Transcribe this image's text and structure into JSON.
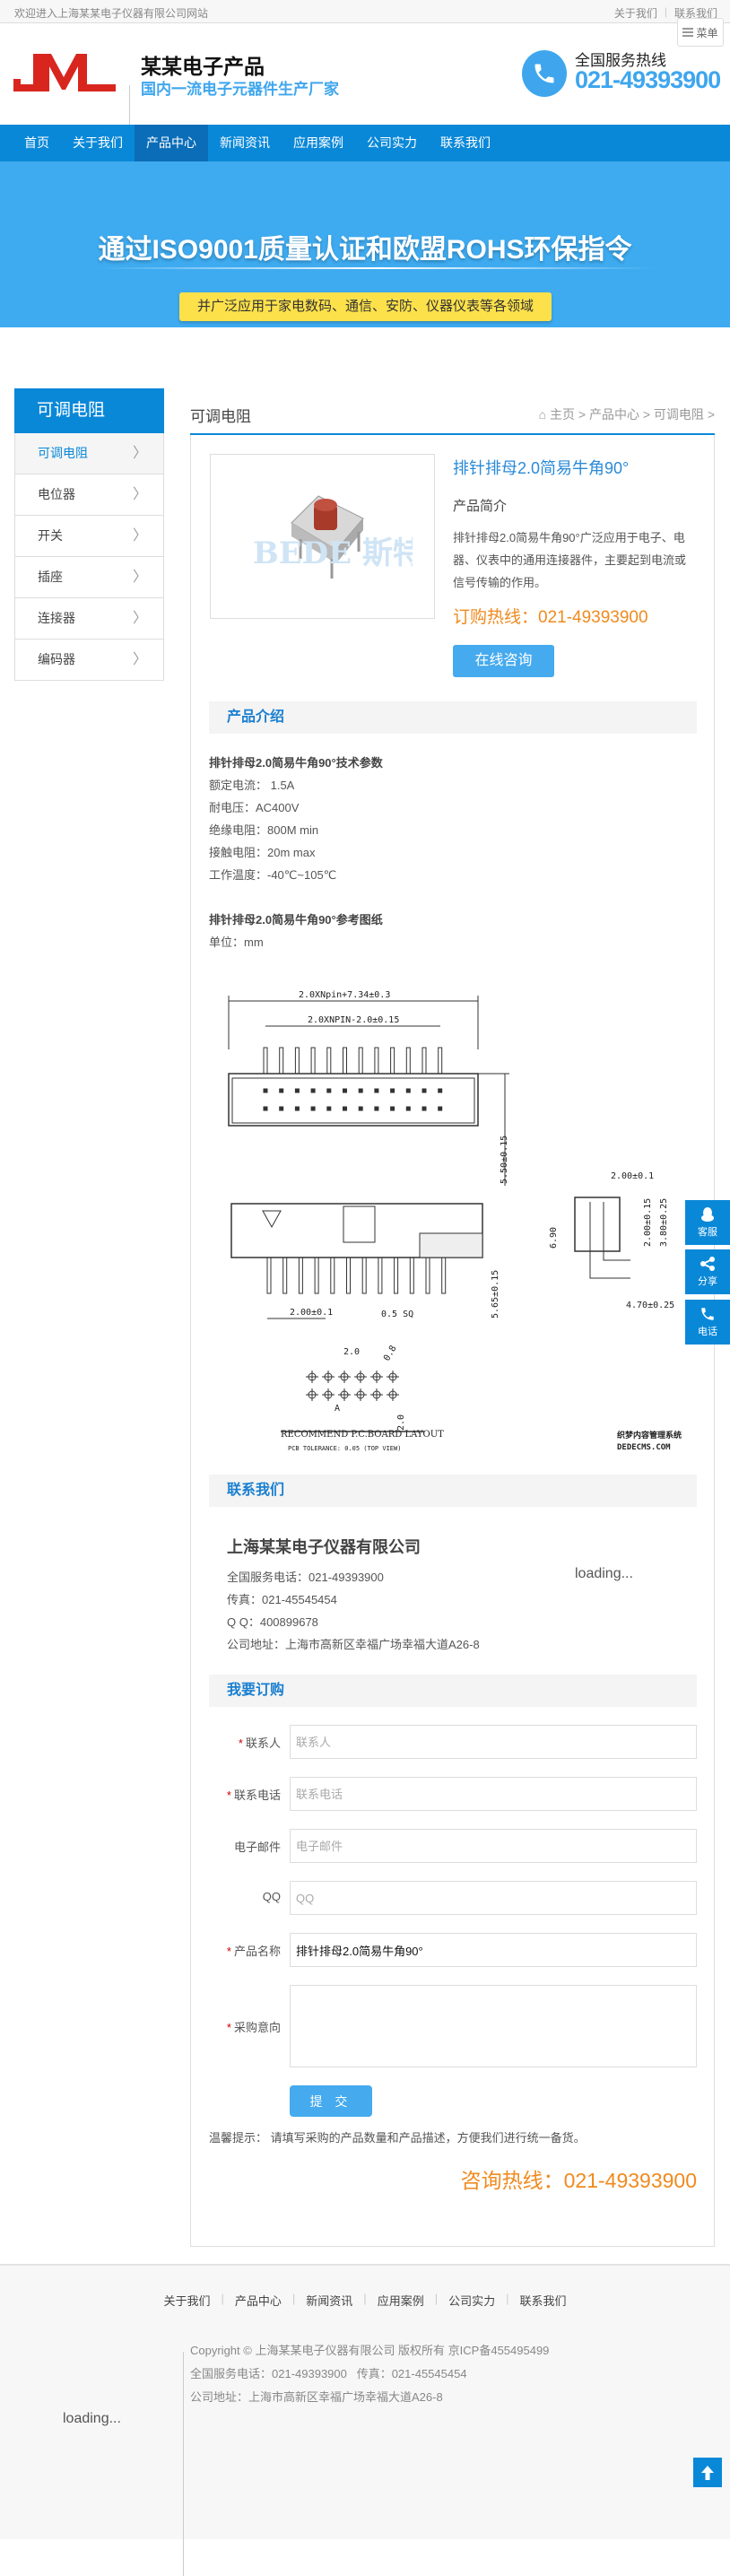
{
  "topbar": {
    "welcome": "欢迎进入上海某某电子仪器有限公司网站",
    "links": [
      "关于我们",
      "联系我们"
    ],
    "menu_label": "菜单"
  },
  "header": {
    "logo_text": "JML",
    "brand": "某某电子产品",
    "slogan": "国内一流电子元器件生产厂家",
    "hotline_label": "全国服务热线",
    "hotline": "021-49393900"
  },
  "nav": {
    "items": [
      "首页",
      "关于我们",
      "产品中心",
      "新闻资讯",
      "应用案例",
      "公司实力",
      "联系我们"
    ],
    "active": 2
  },
  "banner": {
    "title": "通过ISO9001质量认证和欧盟ROHS环保指令",
    "subtitle": "并广泛应用于家电数码、通信、安防、仪器仪表等各领域"
  },
  "sidebar": {
    "title": "可调电阻",
    "items": [
      "可调电阻",
      "电位器",
      "开关",
      "插座",
      "连接器",
      "编码器"
    ]
  },
  "main": {
    "title": "可调电阻",
    "breadcrumb": "主页 > 产品中心 > 可调电阻 >"
  },
  "product": {
    "name": "排针排母2.0简易牛角90°",
    "intro_label": "产品简介",
    "description": "排针排母2.0简易牛角90°广泛应用于电子、电器、仪表中的通用连接器件，主要起到电流或信号传输的作用。",
    "order_hotline": "订购热线：021-49393900",
    "consult_button": "在线咨询",
    "image_watermark": "BEDE 斯特"
  },
  "intro": {
    "heading": "产品介绍",
    "spec_title": "排针排母2.0简易牛角90°技术参数",
    "specs": [
      "额定电流： 1.5A",
      "耐电压：AC400V",
      "绝缘电阻：800M min",
      "接触电阻：20m max",
      "工作温度：-40℃~105℃"
    ],
    "drawing_title": "排针排母2.0简易牛角90°参考图纸",
    "unit": "单位：mm",
    "drawing_labels": {
      "overall": "2.0XNpin+7.34±0.3",
      "pitch_span": "2.0XNPIN-2.0±0.15",
      "h1": "5.50±0.15",
      "h2": "5.65±0.15",
      "pitch": "2.00±0.1",
      "pin": "0.5 SQ",
      "side_pitch": "2.00±0.1",
      "side_h": "6.90",
      "side_a": "2.00±0.15",
      "side_b": "3.80±0.25",
      "side_c": "4.70±0.25",
      "pcb_pitch": "2.0",
      "pcb_hole": "0.8",
      "pcb_a": "A",
      "pcb_row": "2.0",
      "pcb_title": "RECOMMEND P.C.BOARD LAYOUT",
      "pcb_tol": "PCB TOLERANCE:  0.05    (TOP VIEW)",
      "wm1": "织梦内容管理系统",
      "wm2": "DEDECMS.COM"
    }
  },
  "contact": {
    "heading": "联系我们",
    "company": "上海某某电子仪器有限公司",
    "lines": [
      "全国服务电话：021-49393900",
      "传真：021-45545454",
      "Q Q：400899678",
      "公司地址：上海市高新区幸福广场幸福大道A26-8"
    ],
    "loading": "loading..."
  },
  "order": {
    "heading": "我要订购",
    "fields": [
      {
        "label": "联系人",
        "required": true,
        "placeholder": "联系人",
        "value": ""
      },
      {
        "label": "联系电话",
        "required": true,
        "placeholder": "联系电话",
        "value": ""
      },
      {
        "label": "电子邮件",
        "required": false,
        "placeholder": "电子邮件",
        "value": ""
      },
      {
        "label": "QQ",
        "required": false,
        "placeholder": "QQ",
        "value": ""
      },
      {
        "label": "产品名称",
        "required": true,
        "placeholder": "",
        "value": "排针排母2.0简易牛角90°"
      },
      {
        "label": "采购意向",
        "required": true,
        "placeholder": "",
        "value": ""
      }
    ],
    "required_mark": "*",
    "submit": "提 交",
    "tip": "温馨提示： 请填写采购的产品数量和产品描述，方便我们进行统一备货。",
    "hotline": "咨询热线：021-49393900"
  },
  "footer": {
    "links": [
      "关于我们",
      "产品中心",
      "新闻资讯",
      "应用案例",
      "公司实力",
      "联系我们"
    ],
    "copyright": "Copyright © 上海某某电子仪器有限公司 版权所有 京ICP备455495499",
    "phone": "全国服务电话：021-49393900   传真：021-45545454",
    "address": "公司地址：上海市高新区幸福广场幸福大道A26-8",
    "loading": "loading..."
  },
  "float": {
    "items": [
      "客服",
      "分享",
      "电话"
    ]
  },
  "colors": {
    "primary": "#0a88d8",
    "light_blue": "#3fa6ee",
    "orange": "#f08a1e",
    "yellow": "#fde14b",
    "logo_red": "#d8261f"
  }
}
